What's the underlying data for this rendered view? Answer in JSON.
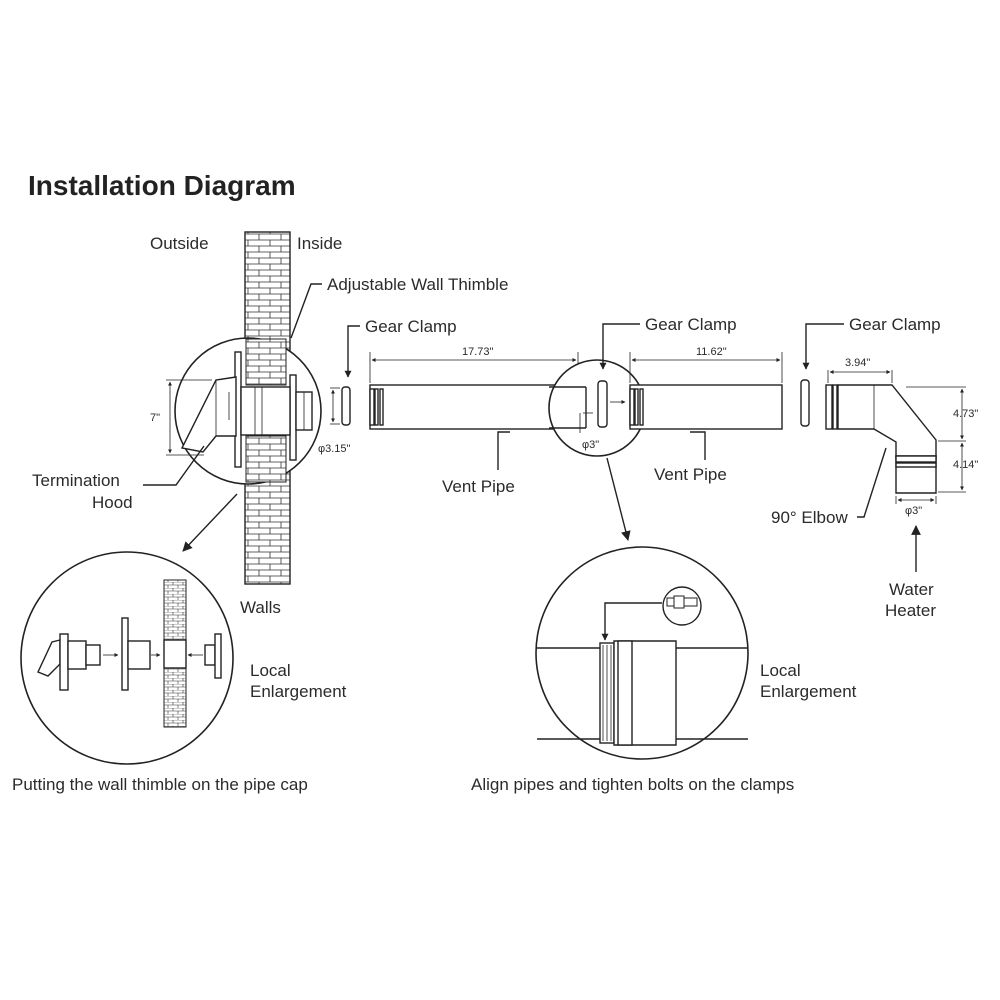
{
  "title": "Installation Diagram",
  "labels": {
    "outside": "Outside",
    "inside": "Inside",
    "adjustable_wall_thimble": "Adjustable Wall Thimble",
    "gear_clamp_1": "Gear Clamp",
    "gear_clamp_2": "Gear Clamp",
    "gear_clamp_3": "Gear Clamp",
    "termination_hood_line1": "Termination",
    "termination_hood_line2": "Hood",
    "vent_pipe_1": "Vent Pipe",
    "vent_pipe_2": "Vent Pipe",
    "elbow": "90° Elbow",
    "water_heater_line1": "Water",
    "water_heater_line2": "Heater",
    "walls": "Walls",
    "local_enlargement_1_line1": "Local",
    "local_enlargement_1_line2": "Enlargement",
    "local_enlargement_2_line1": "Local",
    "local_enlargement_2_line2": "Enlargement"
  },
  "dimensions": {
    "hood_height": "7\"",
    "hood_diameter": "φ3.15\"",
    "pipe1_length": "17.73\"",
    "pipe_diameter": "φ3\"",
    "pipe2_length": "11.62\"",
    "elbow_width": "3.94\"",
    "elbow_upper": "4.73\"",
    "elbow_lower": "4.14\"",
    "elbow_diameter": "φ3\""
  },
  "captions": {
    "left": "Putting the wall thimble on the pipe cap",
    "right": "Align pipes and tighten bolts on the clamps"
  },
  "colors": {
    "line": "#222222",
    "background": "#ffffff",
    "text": "#2b2b2b"
  }
}
